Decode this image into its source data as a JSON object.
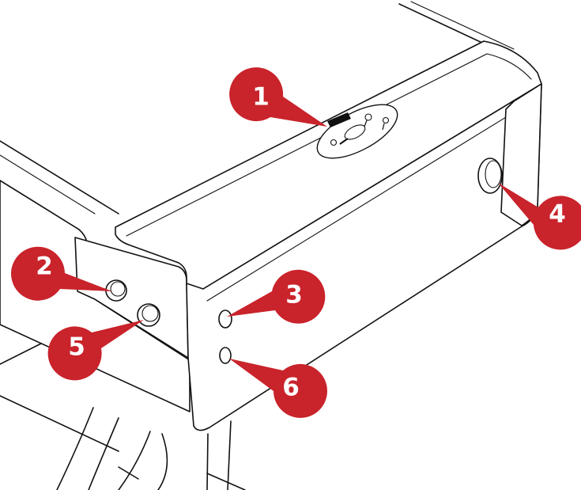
{
  "colors": {
    "callout_fill": "#c9232b",
    "line": "#111111",
    "background": "#ffffff"
  },
  "callouts": [
    {
      "label": "1",
      "target": "key-switch-panel"
    },
    {
      "label": "2",
      "target": "left-upper-button"
    },
    {
      "label": "3",
      "target": "front-upper-button"
    },
    {
      "label": "4",
      "target": "side-round-button"
    },
    {
      "label": "5",
      "target": "left-lower-button"
    },
    {
      "label": "6",
      "target": "front-lower-button"
    }
  ]
}
